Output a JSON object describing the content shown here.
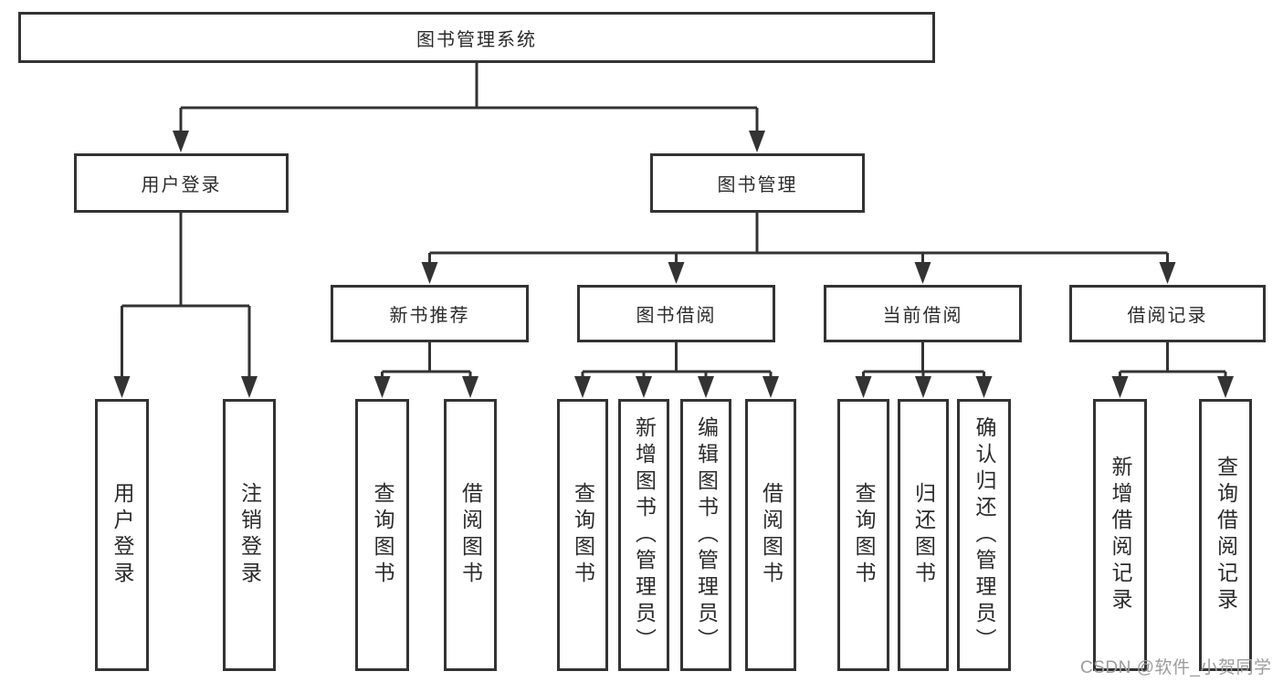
{
  "diagram": {
    "root": {
      "label": "图书管理系统"
    },
    "user_login": {
      "label": "用户登录",
      "children": [
        {
          "label": "用户登录"
        },
        {
          "label": "注销登录"
        }
      ]
    },
    "book_management": {
      "label": "图书管理",
      "sections": [
        {
          "label": "新书推荐",
          "children": [
            {
              "label": "查询图书"
            },
            {
              "label": "借阅图书"
            }
          ]
        },
        {
          "label": "图书借阅",
          "children": [
            {
              "label": "查询图书"
            },
            {
              "label": "新增图书（管理员）"
            },
            {
              "label": "编辑图书（管理员）"
            },
            {
              "label": "借阅图书"
            }
          ]
        },
        {
          "label": "当前借阅",
          "children": [
            {
              "label": "查询图书"
            },
            {
              "label": "归还图书"
            },
            {
              "label": "确认归还（管理员）"
            }
          ]
        },
        {
          "label": "借阅记录",
          "children": [
            {
              "label": "新增借阅记录"
            },
            {
              "label": "查询借阅记录"
            }
          ]
        }
      ]
    }
  },
  "watermark": {
    "text": "CSDN @软件_小贺同学"
  },
  "colors": {
    "line": "#333333",
    "text": "#2b2b2b",
    "background": "#ffffff",
    "box_fill": "#ffffff",
    "watermark": "#9c9c9c"
  }
}
